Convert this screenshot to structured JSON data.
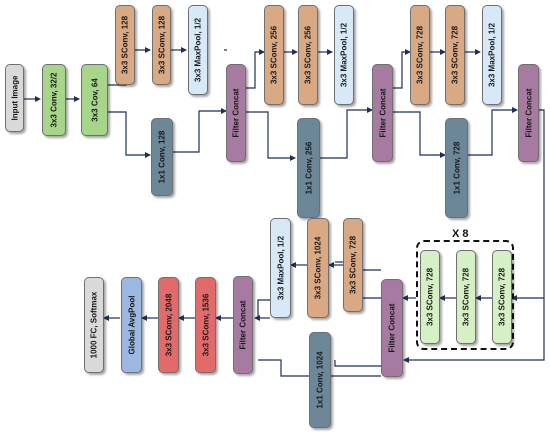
{
  "colors": {
    "gray": "#d9d9d9",
    "green": "#a7d58a",
    "light_green": "#d6f0c6",
    "tan": "#d9a984",
    "light_blue": "#d7e9f8",
    "purple": "#a77aa2",
    "slate": "#6b8798",
    "blue": "#9db8e0",
    "red": "#e36a6a",
    "line": "#1f2f57"
  },
  "blocks": {
    "input": "Input Image",
    "conv1": "3x3 Conv, 32/2",
    "conv2": "3x3 Cov, 64",
    "e1_sconv_a": "3x3 SConv, 128",
    "e1_sconv_b": "3x3 SConv, 128",
    "e1_maxpool": "3x3 MaxPool, 1/2",
    "e1_conv1x1": "1x1 Conv, 128",
    "e1_concat": "Filter Concat",
    "e2_sconv_a": "3x3 SConv, 256",
    "e2_sconv_b": "3x3 SConv, 256",
    "e2_maxpool": "3x3 MaxPool, 1/2",
    "e2_conv1x1": "1x1 Conv, 256",
    "e2_concat": "Filter Concat",
    "e3_sconv_a": "3x3 SConv, 728",
    "e3_sconv_b": "3x3 SConv, 728",
    "e3_maxpool": "3x3 MaxPool, 1/2",
    "e3_conv1x1": "1x1 Conv, 728",
    "e3_concat": "Filter Concat",
    "m_sconv_a": "3x3 SConv, 728",
    "m_sconv_b": "3x3 SConv, 728",
    "m_sconv_c": "3x3 SConv, 728",
    "m_concat": "Filter Concat",
    "x_sconv_a": "3x3 SConv, 728",
    "x_sconv_b": "3x3 SConv, 1024",
    "x_maxpool": "3x3 MaxPool, 1/2",
    "x_conv1x1": "1x1 Conv, 1024",
    "x_concat": "Filter Concat",
    "x_sconv_1536": "3x3 SConv, 1536",
    "x_sconv_2048": "3x3 SConv, 2048",
    "gap": "Global AvgPool",
    "fc": "1000 FC, Softmax"
  },
  "repeat_label": "X 8"
}
